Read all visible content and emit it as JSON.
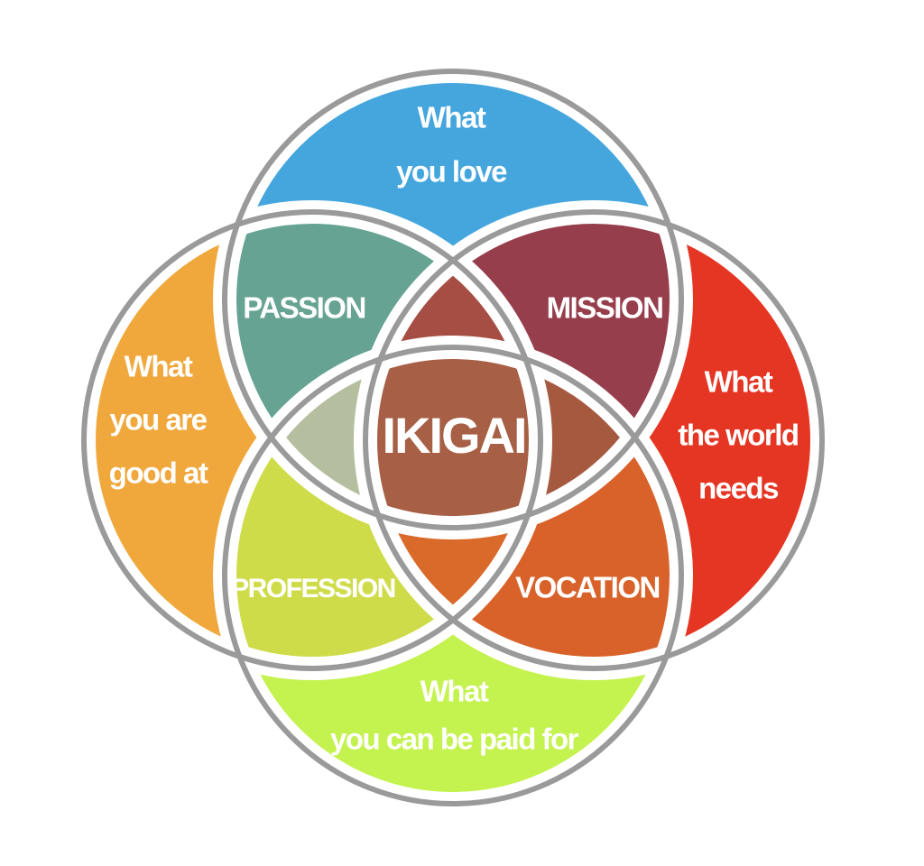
{
  "diagram": {
    "title": "IKIGAI",
    "circles": {
      "love": {
        "lines": [
          "What",
          "you love"
        ],
        "color": "#45a6de"
      },
      "good_at": {
        "lines": [
          "What",
          "you are",
          "good at"
        ],
        "color": "#f0a83c"
      },
      "world_needs": {
        "lines": [
          "What",
          "the world",
          "needs"
        ],
        "color": "#e53624"
      },
      "paid_for": {
        "lines": [
          "What",
          "you can be paid for"
        ],
        "color": "#c4f24e"
      }
    },
    "intersections": {
      "passion": {
        "label": "PASSION",
        "color": "#66a393"
      },
      "mission": {
        "label": "MISSION",
        "color": "#973e4c"
      },
      "profession": {
        "label": "PROFESSION",
        "color": "#cfdc4a"
      },
      "vocation": {
        "label": "VOCATION",
        "color": "#d9622a"
      }
    },
    "triple_colors": {
      "top_left_right": "#a64e44",
      "top_left_bottom": "#b5bfa0",
      "top_right_bottom": "#a55a40",
      "left_right_bottom": "#d96a2a"
    },
    "center_color": "#a75f45",
    "outline_color": "#9a9a9a"
  }
}
